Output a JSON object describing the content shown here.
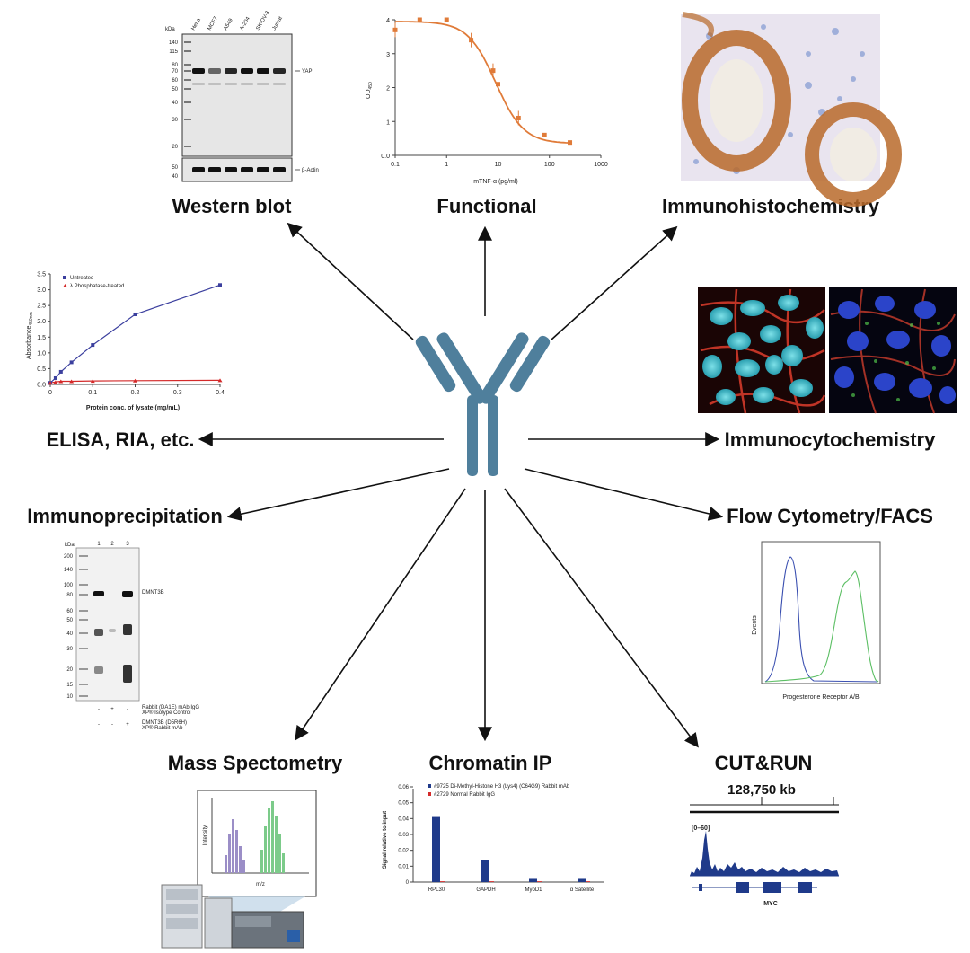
{
  "methods": {
    "western_blot": "Western blot",
    "functional": "Functional",
    "ihc": "Immunohistochemistry",
    "elisa": "ELISA, RIA, etc.",
    "icc": "Immunocytochemistry",
    "ip": "Immunoprecipitation",
    "flow": "Flow Cytometry/FACS",
    "mass_spec": "Mass Spectometry",
    "chip": "Chromatin IP",
    "cutrun": "CUT&RUN"
  },
  "colors": {
    "antibody": "#4f7f9c",
    "arrow": "#111111",
    "functional_curve": "#e07b39",
    "elisa_untreated": "#3b3f9e",
    "elisa_treated": "#d42a2a",
    "flow_blue": "#3a4fb0",
    "flow_green": "#5cbf64",
    "chip_blue": "#1f3a8a",
    "chip_red": "#d42a2a"
  },
  "western_blot": {
    "kda_label": "kDa",
    "lanes": [
      "HeLa",
      "MCF7",
      "A549",
      "A-204",
      "SK-OV-3",
      "Jurkat"
    ],
    "markers": [
      "140",
      "115",
      "80",
      "70",
      "60",
      "50",
      "40",
      "30",
      "20"
    ],
    "actin_markers": [
      "50",
      "40"
    ],
    "target": "YAP",
    "loading_control": "β-Actin"
  },
  "functional": {
    "ylabel": "OD",
    "ylabel_sub": "450",
    "xlabel": "mTNF-α (pg/ml)",
    "yticks": [
      "0.0",
      "1",
      "2",
      "3",
      "4"
    ],
    "xticks": [
      "0.1",
      "1",
      "10",
      "100",
      "1000"
    ]
  },
  "elisa": {
    "ylabel": "Absorbance",
    "ylabel_sub": "450nm",
    "xlabel": "Protein conc. of lysate (mg/mL)",
    "legend_untreated": "Untreated",
    "legend_treated": "λ Phosphatase-treated",
    "yticks": [
      "0.0",
      "0.5",
      "1.0",
      "1.5",
      "2.0",
      "2.5",
      "3.0",
      "3.5"
    ],
    "xticks": [
      "0",
      "0.1",
      "0.2",
      "0.3",
      "0.4"
    ]
  },
  "ip": {
    "kda_label": "kDa",
    "lanes": [
      "1",
      "2",
      "3"
    ],
    "markers": [
      "200",
      "140",
      "100",
      "80",
      "60",
      "50",
      "40",
      "30",
      "20",
      "15",
      "10"
    ],
    "target": "DMNT3B",
    "legend_row1": "Rabbit (DA1E) mAb IgG",
    "legend_row1b": "XP® Isotype Control",
    "legend_row2": "DMNT3B (D5R6H)",
    "legend_row2b": "XP® Rabbit mAb",
    "signs_row1": [
      "-",
      "+",
      "-"
    ],
    "signs_row2": [
      "-",
      "-",
      "+"
    ]
  },
  "flow": {
    "ylabel": "Events",
    "xlabel": "Progesterone Receptor A/B"
  },
  "mass_spec": {
    "ylabel": "Intensity",
    "xlabel": "m/z"
  },
  "chip": {
    "legend_blue": "#9725 Di-Methyl-Histone H3 (Lys4) (C64G9) Rabbit mAb",
    "legend_red": "#2729 Normal Rabbit IgG",
    "ylabel": "Signal relative to input",
    "yticks": [
      "0",
      "0.01",
      "0.02",
      "0.03",
      "0.04",
      "0.05",
      "0.06"
    ],
    "categories": [
      "RPL30",
      "GAPDH",
      "MyoD1",
      "α Satellite"
    ]
  },
  "cutrun": {
    "coordinate": "128,750 kb",
    "range": "[0–60]",
    "gene": "MYC"
  },
  "chart_data": [
    {
      "type": "line",
      "xlabel": "mTNF-α (pg/ml)",
      "ylabel": "OD450",
      "xlim": [
        0.1,
        1000
      ],
      "ylim": [
        0,
        4
      ],
      "x": [
        0.1,
        0.3,
        1,
        3,
        8,
        10,
        25,
        80,
        250
      ],
      "values": [
        3.7,
        4.0,
        4.0,
        3.4,
        2.5,
        2.1,
        1.1,
        0.6,
        0.38
      ]
    },
    {
      "type": "line",
      "xlabel": "Protein conc. of lysate (mg/mL)",
      "ylabel": "Absorbance450nm",
      "xlim": [
        0,
        0.4
      ],
      "ylim": [
        0,
        3.5
      ],
      "x": [
        0,
        0.0125,
        0.025,
        0.05,
        0.1,
        0.2,
        0.4
      ],
      "series": [
        {
          "name": "Untreated",
          "values": [
            0.05,
            0.2,
            0.4,
            0.7,
            1.25,
            2.22,
            3.15
          ]
        },
        {
          "name": "λ Phosphatase-treated",
          "values": [
            0.05,
            0.08,
            0.1,
            0.1,
            0.11,
            0.12,
            0.13
          ]
        }
      ]
    },
    {
      "type": "bar",
      "ylabel": "Signal relative to input",
      "ylim": [
        0,
        0.06
      ],
      "categories": [
        "RPL30",
        "GAPDH",
        "MyoD1",
        "α Satellite"
      ],
      "series": [
        {
          "name": "#9725 Di-Methyl-Histone H3 (Lys4) (C64G9) Rabbit mAb",
          "values": [
            0.041,
            0.014,
            0.002,
            0.002
          ]
        },
        {
          "name": "#2729 Normal Rabbit IgG",
          "values": [
            0.0005,
            0.0005,
            0.0005,
            0.0005
          ]
        }
      ]
    }
  ]
}
